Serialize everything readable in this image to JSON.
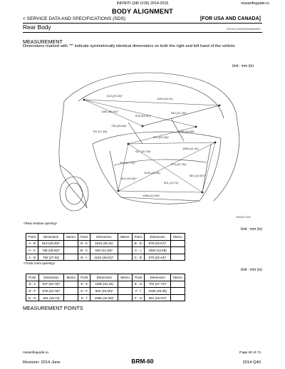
{
  "header": {
    "model": "INFINITI Q40 (V36) 2014-2015",
    "site": "nissanfixguide.ru",
    "title": "BODY ALIGNMENT",
    "section": "< SERVICE DATA AND SPECIFICATIONS (SDS)",
    "market": "[FOR USA AND CANADA]"
  },
  "subsection": "Rear Body",
  "ref_code": "INFOID:0000000008584807",
  "measurement": {
    "heading": "MEASUREMENT",
    "text": "Dimensions marked with \"*\" indicate symmetrically identical dimensions on both the right and left hand of the vehicle.",
    "unit": "Unit : mm (in)",
    "figure_code": "JSKIA0174ZZ"
  },
  "figure_labels": [
    "513 (20.20)*",
    "1094 (40.31)",
    "1184 (46.61)*",
    "340 (21.25)*",
    "878 (34.57)*",
    "736 (28.84)*",
    "752 (27.84)",
    "1084 (42.68)",
    "570 (22.44)*",
    "527 (20.75)*",
    "1650 (41.34)",
    "704 (27.72)*",
    "579 (22.76)*",
    "1025 (40.35)",
    "504 (15.00)*",
    "501 (19.72)",
    "1068 (42.05)*",
    "581 (22.87)*"
  ],
  "rear_window": {
    "caption": "<Rear window opening>",
    "unit": "Unit : mm (in)",
    "headers": [
      "Point",
      "Dimension",
      "Memo",
      "Point",
      "Dimension",
      "Memo",
      "Point",
      "Dimension",
      "Memo"
    ],
    "rows": [
      [
        "A - B",
        "513 (20.20)*",
        "",
        "B - b",
        "1034 (40.31)",
        "",
        "B - D",
        "878 (34.57)*",
        ""
      ],
      [
        "A - C",
        "736 (28.84)*",
        "",
        "B - C",
        "540 (21.25)*",
        "",
        "C - c",
        "1084 (42.68)",
        ""
      ],
      [
        "A - D",
        "752 (27.84)",
        "",
        "B - c",
        "1184 (46.61)*",
        "",
        "C - D",
        "570 (22.44)*",
        ""
      ]
    ]
  },
  "trunk": {
    "caption": "<Trunk room opening>",
    "unit": "Unit : mm (in)",
    "headers": [
      "Point",
      "Dimension",
      "Memo",
      "Point",
      "Dimension",
      "Memo",
      "Point",
      "Dimension",
      "Memo"
    ],
    "rows": [
      [
        "D - e",
        "527 (20.75)*",
        "",
        "E - e",
        "1050 (41.34)",
        "",
        "E - G",
        "704 (27.72)*",
        ""
      ],
      [
        "D - F",
        "579 (22.76)*",
        "",
        "E - F",
        "504 (15.00)*",
        "",
        "F - f",
        "1025 (40.35)",
        ""
      ],
      [
        "D - G",
        "501 (19.72)",
        "",
        "E - f",
        "1068 (42.05)*",
        "",
        "F - G",
        "581 (22.87)*",
        ""
      ]
    ]
  },
  "measurement_points": "MEASUREMENT POINTS",
  "footer": {
    "site": "nissanfixguide.ru",
    "page": "Page 60 of 74",
    "code": "BRM-60",
    "revision": "Revision: 2014 June",
    "model": "2014 Q40"
  }
}
